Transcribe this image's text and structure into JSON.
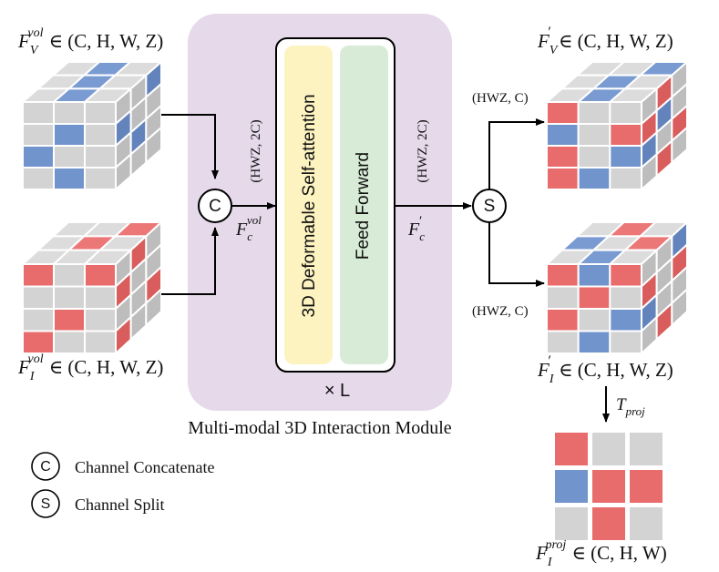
{
  "module": {
    "title": "Multi-modal 3D Interaction Module",
    "repeat_label": "× L",
    "block_attention": "3D Deformable Self-attention",
    "block_ffn": "Feed Forward"
  },
  "inputs": {
    "visual": {
      "symbol": "F",
      "sub": "V",
      "sup": "vol",
      "space": "∈ (C, H, W, Z)"
    },
    "image": {
      "symbol": "F",
      "sub": "I",
      "sup": "vol",
      "space": "∈ (C, H, W, Z)"
    }
  },
  "operators": {
    "concat_glyph": "C",
    "split_glyph": "S"
  },
  "flow": {
    "concat_out_shape": "(HWZ, 2C)",
    "concat_out_symbol": {
      "symbol": "F",
      "sub": "c",
      "sup": "vol"
    },
    "module_out_shape": "(HWZ, 2C)",
    "module_out_symbol": {
      "symbol": "F",
      "sub": "c",
      "prime": "′"
    },
    "split_top_shape": "(HWZ, C)",
    "split_bottom_shape": "(HWZ, C)",
    "projection_symbol": {
      "symbol": "T",
      "sub": "proj"
    }
  },
  "outputs": {
    "visual": {
      "symbol": "F",
      "sub": "V",
      "prime": "′",
      "space": "∈ (C, H, W, Z)"
    },
    "image": {
      "symbol": "F",
      "sub": "I",
      "prime": "′",
      "space": "∈ (C, H, W, Z)"
    },
    "projected": {
      "symbol": "F",
      "sub": "I",
      "sup": "proj",
      "space": "∈ (C, H, W)"
    }
  },
  "legend": [
    {
      "glyph": "C",
      "label": "Channel Concatenate"
    },
    {
      "glyph": "S",
      "label": "Channel Split"
    }
  ],
  "colors": {
    "module_bg": "#e5d9ea",
    "attention_block": "#fdf3c1",
    "ffn_block": "#d7ebd6",
    "gray_cell": "#d3d3d3",
    "blue_cell": "#7194cd",
    "red_cell": "#e86c6b",
    "grid_line": "#ffffff"
  },
  "cubes": {
    "visual_in": {
      "front": [
        "ggg",
        "gbg",
        "bgg",
        "gbg"
      ],
      "top": [
        "gbgg",
        "gbgg",
        "gbgg"
      ],
      "side": [
        "ggb",
        "bgg",
        "gbg",
        "ggg"
      ]
    },
    "image_in": {
      "front": [
        "rgr",
        "ggg",
        "grg",
        "rgg"
      ],
      "top": [
        "ggrg",
        "grgr",
        "gggg"
      ],
      "side": [
        "grg",
        "rgg",
        "ggr",
        "rgg"
      ]
    },
    "visual_out": {
      "front": [
        "rgg",
        "bgr",
        "rgb",
        "rbg"
      ],
      "top": [
        "ggbg",
        "gbgr",
        "gbgg"
      ],
      "side": [
        "grg",
        "rbg",
        "bgr",
        "grg"
      ]
    },
    "image_out": {
      "front": [
        "rbr",
        "grg",
        "rgb",
        "gbg"
      ],
      "top": [
        "grgg",
        "bgrb",
        "gbgg"
      ],
      "side": [
        "ggb",
        "rgr",
        "bgg",
        "grg"
      ]
    },
    "projected": [
      "rgg",
      "brr",
      "grg"
    ]
  }
}
